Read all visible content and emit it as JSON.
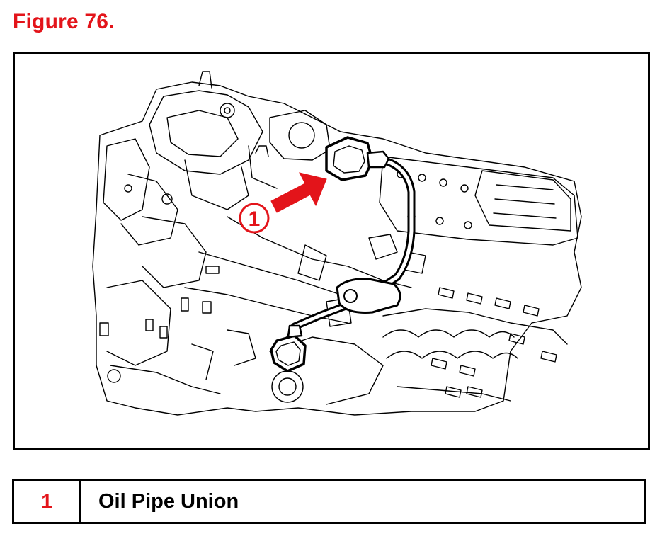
{
  "figure": {
    "title": "Figure 76."
  },
  "callout": {
    "number": "1"
  },
  "legend": {
    "rows": [
      {
        "number": "1",
        "label": "Oil Pipe Union"
      }
    ]
  },
  "colors": {
    "accent": "#e3141a",
    "line": "#000000",
    "background": "#ffffff"
  }
}
